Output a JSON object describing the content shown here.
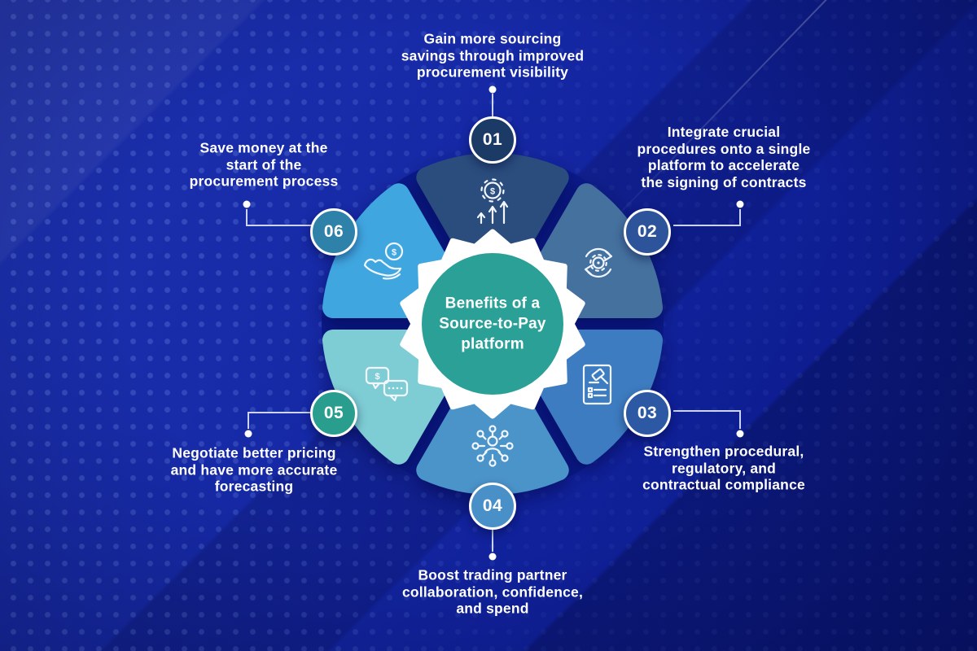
{
  "center": {
    "title": "Benefits of a\nSource-to-Pay\nplatform"
  },
  "colors": {
    "background": "#1227a0",
    "center_circle": "#2aa096",
    "scallop_ring": "#ffffff",
    "connector": "#ccd5ec",
    "text": "#ffffff",
    "under_disc": "#0a1a8a"
  },
  "items": [
    {
      "number": "01",
      "label": "Gain more sourcing\nsavings through improved\nprocurement visibility",
      "icon": "gear-dollar-growth-icon",
      "petal_color": "#2b4d7e",
      "badge_color": "#1b3a66"
    },
    {
      "number": "02",
      "label": "Integrate crucial\nprocedures onto a single\nplatform to accelerate\nthe signing of contracts",
      "icon": "process-cycle-icon",
      "petal_color": "#45719f",
      "badge_color": "#2d549b"
    },
    {
      "number": "03",
      "label": "Strengthen procedural,\nregulatory, and\ncontractual compliance",
      "icon": "contract-compliance-icon",
      "petal_color": "#3c7cc0",
      "badge_color": "#2d59a4"
    },
    {
      "number": "04",
      "label": "Boost trading partner\ncollaboration, confidence,\nand spend",
      "icon": "partner-network-icon",
      "petal_color": "#4b94ca",
      "badge_color": "#4a90c8"
    },
    {
      "number": "05",
      "label": "Negotiate better pricing\nand have more accurate\nforecasting",
      "icon": "price-chat-icon",
      "petal_color": "#7ecdd4",
      "badge_color": "#2a9e8e"
    },
    {
      "number": "06",
      "label": "Save money at the\nstart of the\nprocurement process",
      "icon": "hand-coin-icon",
      "petal_color": "#41a6e0",
      "badge_color": "#2e81a8"
    }
  ]
}
